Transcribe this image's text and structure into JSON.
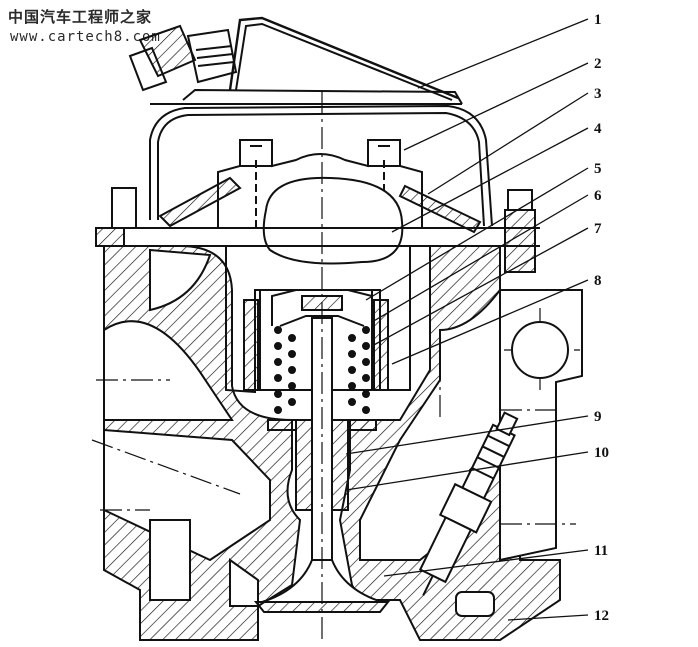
{
  "watermark": {
    "site_name": "中国汽车工程师之家",
    "url": "www.cartech8.com"
  },
  "callouts": [
    "1",
    "2",
    "3",
    "4",
    "5",
    "6",
    "7",
    "8",
    "9",
    "10",
    "11",
    "12"
  ],
  "colors": {
    "ink": "#111111",
    "background": "#ffffff"
  }
}
